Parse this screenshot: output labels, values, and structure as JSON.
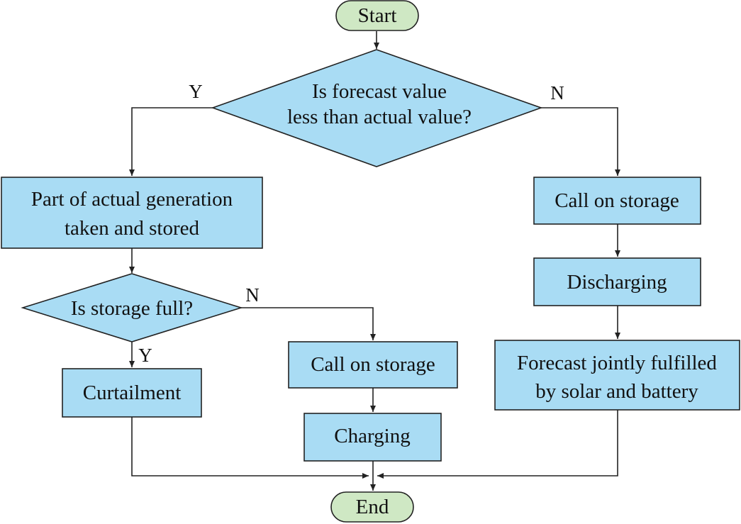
{
  "colors": {
    "terminal_fill": "#cfe8c4",
    "process_fill": "#a9dcf4",
    "stroke": "#222222"
  },
  "nodes": {
    "start": "Start",
    "decision_forecast": [
      "Is forecast value",
      "less than actual value?"
    ],
    "part_stored": [
      "Part of actual generation",
      "taken and stored"
    ],
    "decision_storage": "Is storage full?",
    "curtailment": "Curtailment",
    "call_storage_left": "Call on storage",
    "charging": "Charging",
    "call_storage_right": "Call on storage",
    "discharging": "Discharging",
    "forecast_fulfilled": [
      "Forecast jointly fulfilled",
      "by solar and battery"
    ],
    "end": "End"
  },
  "edge_labels": {
    "forecast_yes": "Y",
    "forecast_no": "N",
    "storage_no": "N",
    "storage_yes": "Y"
  }
}
